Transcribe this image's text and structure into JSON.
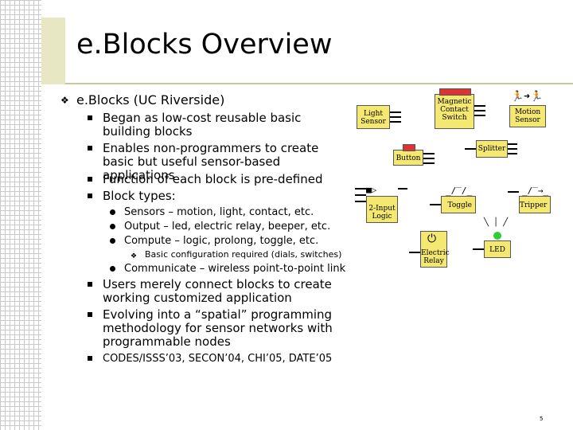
{
  "title": "e.Blocks Overview",
  "main_bullet": "e.Blocks (UC Riverside)",
  "bullets_a": [
    "Began as low-cost reusable basic building blocks",
    "Enables non-programmers to create basic but useful sensor-based applications",
    "Function of each block is pre-defined",
    "Block types:"
  ],
  "block_types": [
    "Sensors – motion, light, contact, etc.",
    "Output – led, electric relay, beeper, etc.",
    "Compute – logic, prolong, toggle, etc."
  ],
  "compute_sub": "Basic configuration required (dials, switches)",
  "communicate": "Communicate – wireless point-to-point link",
  "bullets_b": [
    "Users merely connect blocks to create working customized application",
    "Evolving into a “spatial” programming methodology for sensor networks with programmable nodes",
    "CODES/ISSS’03, SECON’04, CHI’05, DATE’05"
  ],
  "diagram": {
    "light_sensor": "Light Sensor",
    "magnetic": "Magnetic Contact Switch",
    "motion": "Motion Sensor",
    "button": "Button",
    "splitter": "Splitter",
    "two_input": "2-Input Logic",
    "toggle": "Toggle",
    "tripper": "Tripper",
    "relay": "Electric Relay",
    "led": "LED"
  },
  "colors": {
    "block": "#f5e870",
    "title_band": "#e7e7c4"
  },
  "page_number": "5"
}
